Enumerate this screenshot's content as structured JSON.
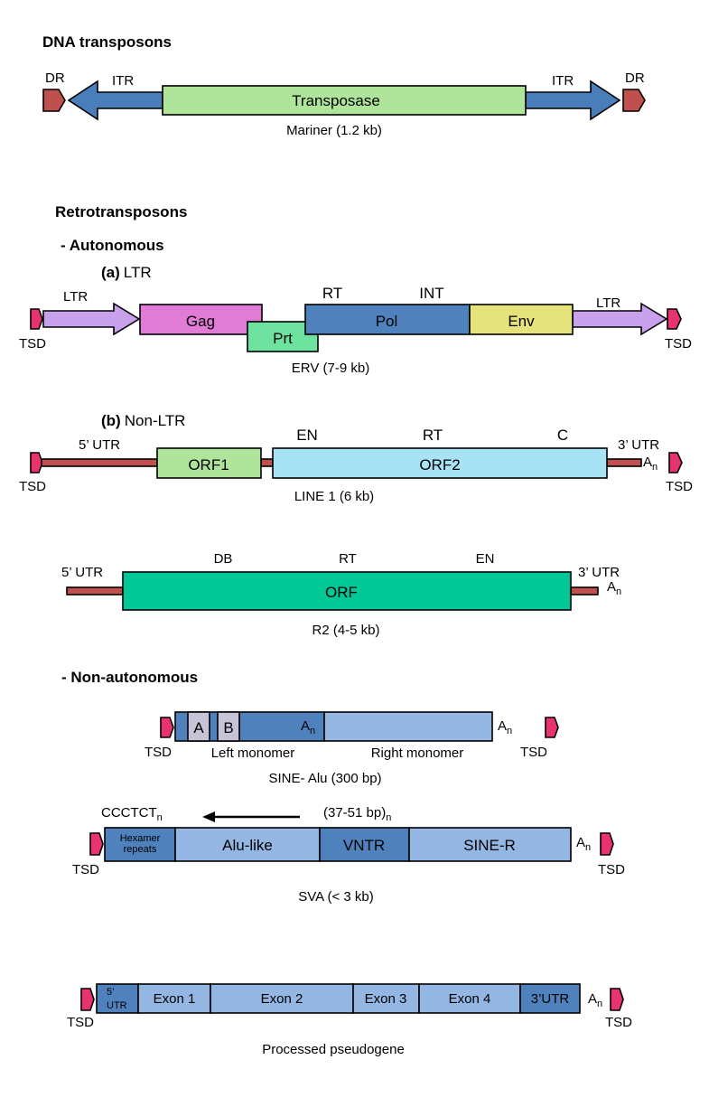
{
  "headings": {
    "dna_transposons": "DNA transposons",
    "retrotransposons": "Retrotransposons",
    "autonomous": "- Autonomous",
    "ltr_letter": "(a)",
    "ltr_name": "LTR",
    "nonltr_letter": "(b)",
    "nonltr_name": "Non-LTR",
    "non_autonomous": "- Non-autonomous"
  },
  "mariner": {
    "dr": "DR",
    "itr": "ITR",
    "transposase": "Transposase",
    "caption": "Mariner (1.2 kb)"
  },
  "erv": {
    "ltr": "LTR",
    "tsd": "TSD",
    "gag": "Gag",
    "prt": "Prt",
    "pol": "Pol",
    "env": "Env",
    "rt": "RT",
    "int": "INT",
    "caption": "ERV (7-9 kb)"
  },
  "line1": {
    "utr5": "5’ UTR",
    "utr3": "3’ UTR",
    "orf1": "ORF1",
    "orf2": "ORF2",
    "en": "EN",
    "rt": "RT",
    "c": "C",
    "a": "A",
    "n": "n",
    "tsd": "TSD",
    "caption": "LINE 1  (6 kb)"
  },
  "r2": {
    "utr5": "5’ UTR",
    "utr3": "3’ UTR",
    "orf": "ORF",
    "db": "DB",
    "rt": "RT",
    "en": "EN",
    "a": "A",
    "n": "n",
    "caption": "R2 (4-5 kb)"
  },
  "alu": {
    "box_a": "A",
    "box_b": "B",
    "a": "A",
    "n": "n",
    "tsd": "TSD",
    "left": "Left monomer",
    "right": "Right monomer",
    "caption": "SINE- Alu (300 bp)"
  },
  "sva": {
    "ccctct": "CCCTCT",
    "n": "n",
    "vntr_unit": "(37-51 bp)",
    "hexamer_line1": "Hexamer",
    "hexamer_line2": "repeats",
    "alu_like": "Alu-like",
    "vntr": "VNTR",
    "sine_r": "SINE-R",
    "a": "A",
    "tsd": "TSD",
    "caption": "SVA (< 3 kb)"
  },
  "pseudogene": {
    "utr5_line1": "5’",
    "utr5_line2": "UTR",
    "exon1": "Exon 1",
    "exon2": "Exon 2",
    "exon3": "Exon 3",
    "exon4": "Exon 4",
    "utr3": "3’UTR",
    "a": "A",
    "n": "n",
    "tsd": "TSD",
    "caption": "Processed pseudogene"
  },
  "colors": {
    "dr": "#c0504d",
    "itr": "#4a7ebb",
    "transposase": "#aee59a",
    "tsd": "#e8336f",
    "ltr_arrow": "#c9a0ec",
    "gag": "#e07bd6",
    "prt": "#6ee3a0",
    "pol": "#4f81bd",
    "env": "#e6e37a",
    "linker": "#c0504d",
    "orf1": "#aee59a",
    "orf2": "#a8e2f5",
    "r2_orf": "#00c896",
    "dark_blue": "#4f81bd",
    "light_blue": "#94b6e3",
    "box_grey": "#c8c4d8"
  }
}
